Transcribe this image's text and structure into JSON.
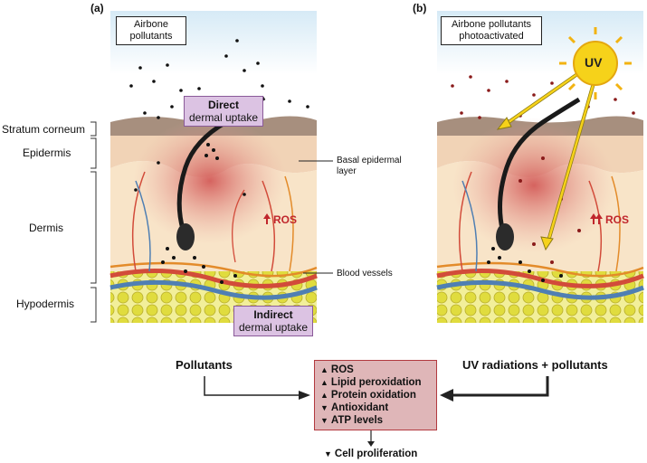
{
  "panels": {
    "a": {
      "tag": "(a)",
      "pollutant_box": [
        "Airbone",
        "pollutants"
      ],
      "direct_box": {
        "title": "Direct",
        "text": "dermal uptake"
      },
      "indirect_box": {
        "title": "Indirect",
        "text": "dermal uptake"
      },
      "ros": "ROS"
    },
    "b": {
      "tag": "(b)",
      "pollutant_box": [
        "Airbone pollutants",
        "photoactivated"
      ],
      "uv": "UV",
      "ros": "ROS"
    }
  },
  "layers": [
    "Stratum corneum",
    "Epidermis",
    "Dermis",
    "Hypodermis"
  ],
  "annotations": {
    "basal": [
      "Basal epidermal",
      "layer"
    ],
    "vessels": "Blood vessels"
  },
  "flow": {
    "left": "Pollutants",
    "right": "UV radiations + pollutants",
    "effects": [
      "ROS",
      "Lipid peroxidation",
      "Protein oxidation",
      "Antioxidant",
      "ATP levels"
    ],
    "effect_directions": [
      "up",
      "up",
      "up",
      "down",
      "down"
    ],
    "outcome": "Cell proliferation",
    "outcome_direction": "down"
  },
  "colors": {
    "sky": "#d6eaf6",
    "stratum": "#a78f7e",
    "epidermis": "#f1d3b6",
    "dermis": "#f8e4c8",
    "inflammation": "#d9706f",
    "fat": "#e5e14f",
    "vessel_red": "#d24b3a",
    "vessel_blue": "#4f7fb3",
    "nerve": "#e38b2a",
    "uv_sun": "#f6d21a",
    "ros": "#c0262c",
    "box_purple": "#dcc3e3",
    "box_effects": "#dfb6b8"
  },
  "icons": [
    "hair-follicle-icon",
    "sun-icon",
    "pollutant-particle-icon",
    "bracket-icon",
    "arrow-icon"
  ]
}
